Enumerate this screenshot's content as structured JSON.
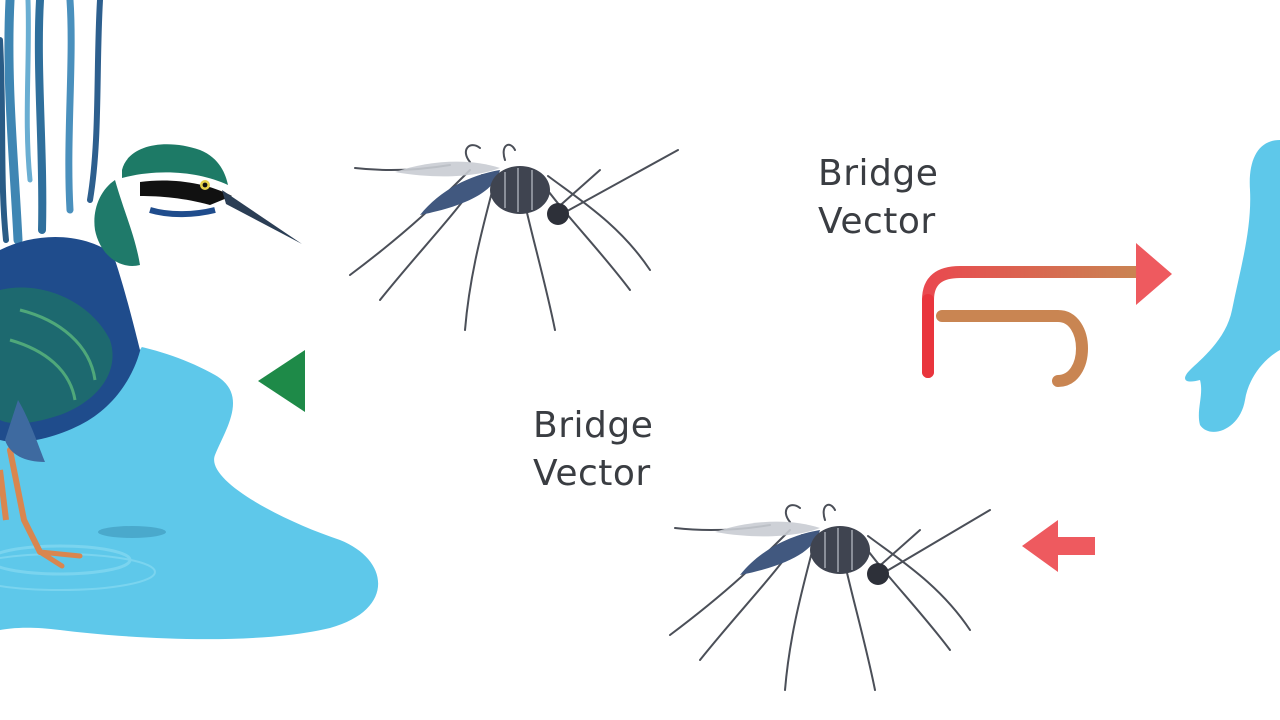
{
  "labels": {
    "upper": {
      "line1": "Bridge",
      "line2": "Vector"
    },
    "lower": {
      "line1": "Bridge",
      "line2": "Vector"
    }
  },
  "colors": {
    "water": "#5ec8ea",
    "reeds": "#3f86b3",
    "heron_body": "#1f4c8c",
    "heron_neck": "#1f7a6a",
    "arrow_green": "#1e8a48",
    "arrow_red": "#ee5a5f",
    "arrow_orange": "#c9784d",
    "human": "#5ec8ea",
    "mosquito": "#41587f"
  },
  "icons": [
    "heron-icon",
    "reeds-icon",
    "water-icon",
    "mosquito-icon",
    "human-arm-icon"
  ]
}
